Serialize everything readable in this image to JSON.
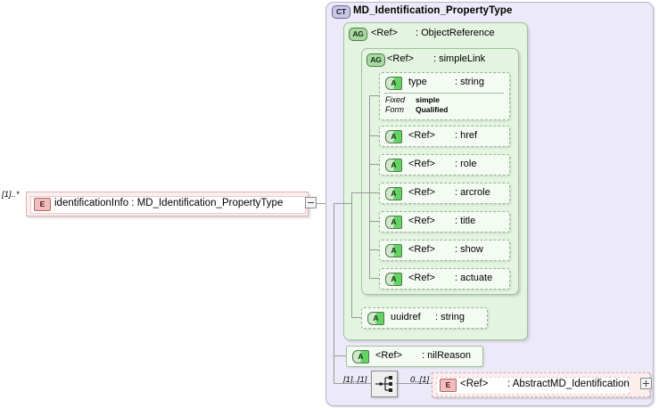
{
  "diagram": {
    "kind": "xsd-schema-diagram",
    "root_element": {
      "icon": "element-icon",
      "badge": "E",
      "cardinality": "[1]..*",
      "label": "identificationInfo : MD_Identification_PropertyType",
      "toggle": "minus-toggle"
    },
    "complex_type": {
      "badge": "CT",
      "title": "MD_Identification_PropertyType"
    },
    "attribute_group_outer": {
      "badge": "AG",
      "name": "<Ref>",
      "type": ": ObjectReference"
    },
    "attribute_group_inner": {
      "badge": "AG",
      "name": "<Ref>",
      "type": ": simpleLink"
    },
    "type_attribute": {
      "badge": "A",
      "name": "type",
      "type": ": string",
      "facets": [
        {
          "key": "Fixed",
          "value": "simple"
        },
        {
          "key": "Form",
          "value": "Qualified"
        }
      ]
    },
    "simplelink_attributes": [
      {
        "badge": "A",
        "name": "<Ref>",
        "type": ": href"
      },
      {
        "badge": "A",
        "name": "<Ref>",
        "type": ": role"
      },
      {
        "badge": "A",
        "name": "<Ref>",
        "type": ": arcrole"
      },
      {
        "badge": "A",
        "name": "<Ref>",
        "type": ": title"
      },
      {
        "badge": "A",
        "name": "<Ref>",
        "type": ": show"
      },
      {
        "badge": "A",
        "name": "<Ref>",
        "type": ": actuate"
      }
    ],
    "uuidref_attribute": {
      "badge": "A",
      "name": "uuidref",
      "type": ": string"
    },
    "nilreason_attribute": {
      "badge": "A",
      "name": "<Ref>",
      "type": ": nilReason"
    },
    "sequence": {
      "icon": "sequence-compositor-icon",
      "cardinality": "[1]..[1]"
    },
    "child_element": {
      "badge": "E",
      "cardinality": "0..[1]",
      "name": "<Ref>",
      "type": ": AbstractMD_Identification",
      "toggle": "plus-toggle"
    },
    "colors": {
      "complextype_fill": "#eceaf8",
      "attributegroup_fill": "#e3f4e0",
      "attribute_fill": "#f4fbf3",
      "element_fill": "#fdeeee",
      "line": "#9a9a9a"
    }
  }
}
